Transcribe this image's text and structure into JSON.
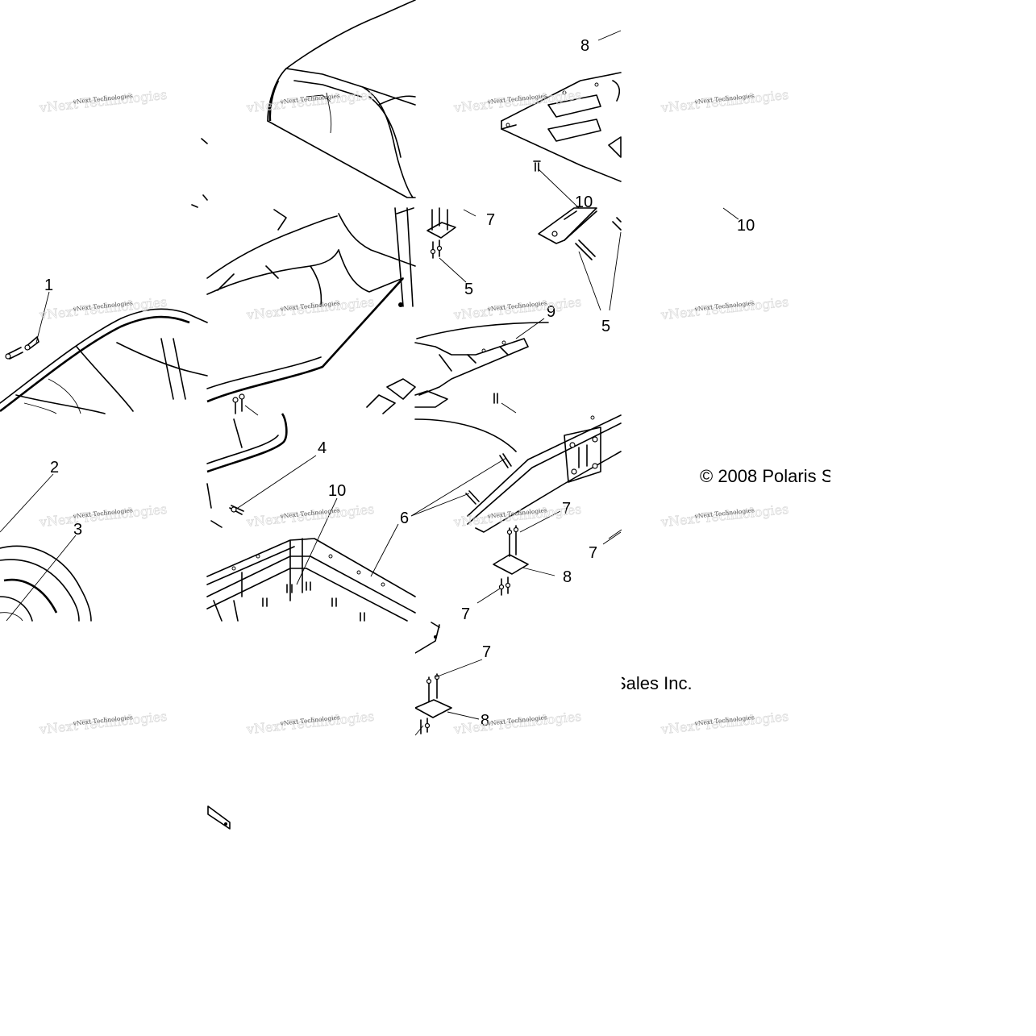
{
  "diagram": {
    "callouts": [
      "1",
      "2",
      "3",
      "4",
      "5",
      "5",
      "6",
      "7",
      "7",
      "7",
      "7",
      "7",
      "8",
      "8",
      "8",
      "9",
      "10",
      "10",
      "10"
    ],
    "copyright_part1": "© 2008 Polaris S",
    "copyright_part2": "Sales Inc.",
    "watermark": "vNext Technologies"
  }
}
